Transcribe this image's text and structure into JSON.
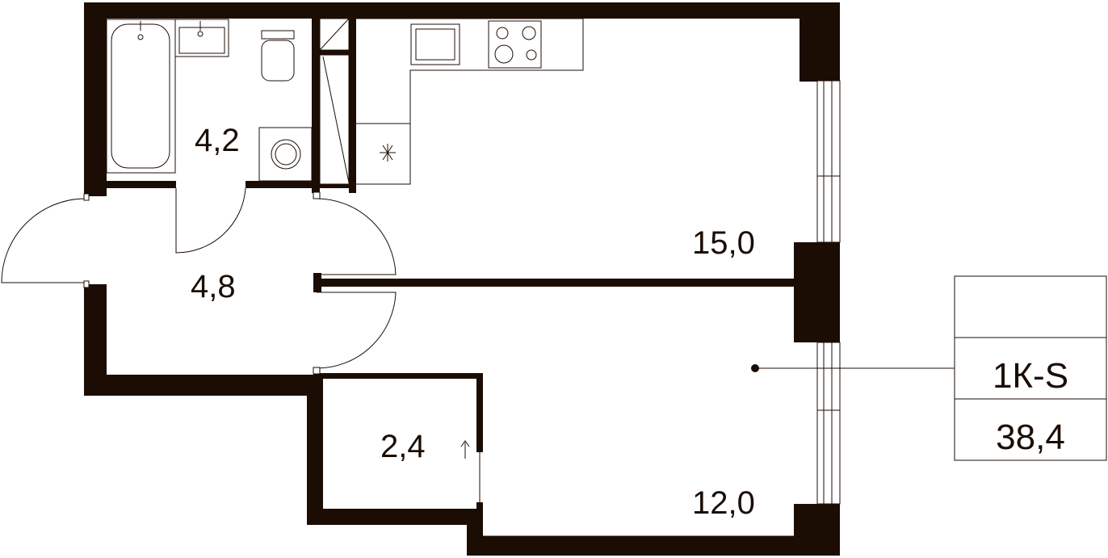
{
  "rooms": {
    "bathroom_area": "4,2",
    "hall_area": "4,8",
    "kitchen_area": "15,0",
    "storage_area": "2,4",
    "room_area": "12,0"
  },
  "legend": {
    "type_label": "1К-S",
    "total_area": "38,4"
  },
  "colors": {
    "wall": "#1b0d04",
    "background": "#ffffff"
  },
  "icons": {
    "storage_arrow": "arrow-up-icon",
    "fridge": "snowflake-icon"
  }
}
